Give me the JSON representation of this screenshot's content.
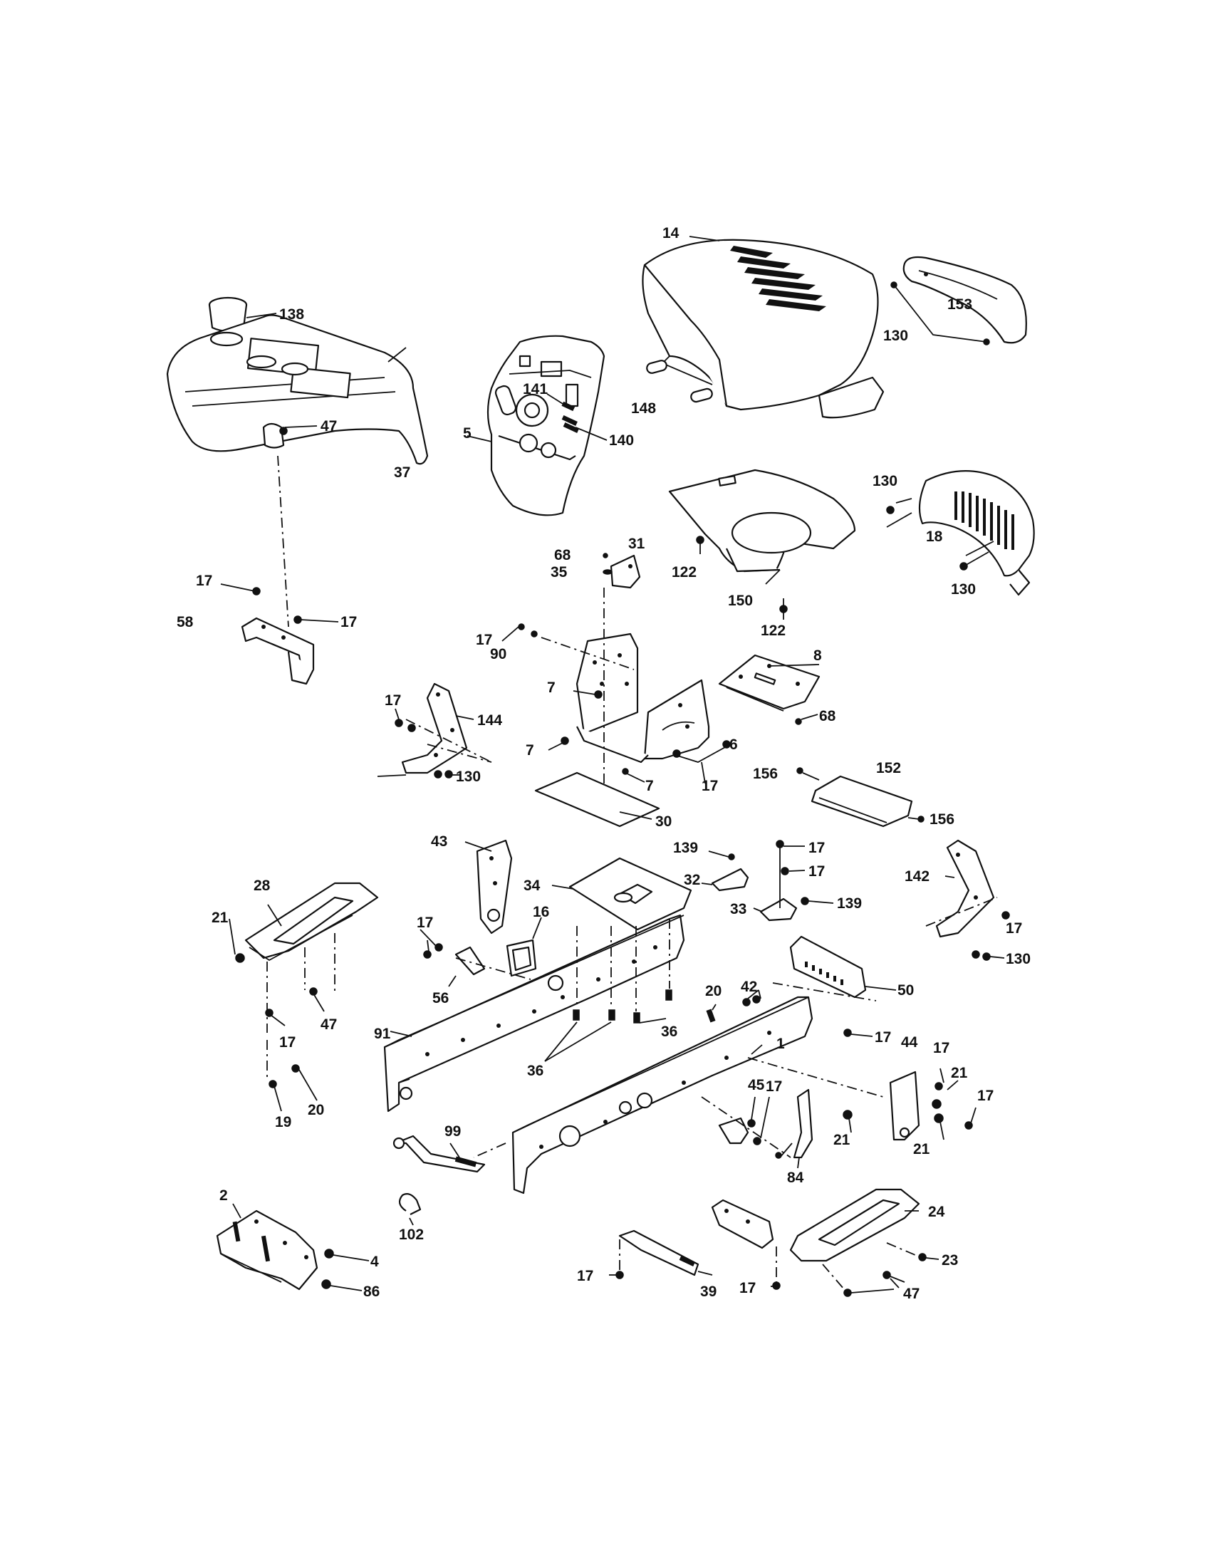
{
  "callouts": [
    {
      "id": "c14",
      "text": "14"
    },
    {
      "id": "c153",
      "text": "153"
    },
    {
      "id": "c130a",
      "text": "130"
    },
    {
      "id": "c148",
      "text": "148"
    },
    {
      "id": "c138",
      "text": "138"
    },
    {
      "id": "c47a",
      "text": "47"
    },
    {
      "id": "c141",
      "text": "141"
    },
    {
      "id": "c140",
      "text": "140"
    },
    {
      "id": "c5",
      "text": "5"
    },
    {
      "id": "c37",
      "text": "37"
    },
    {
      "id": "c130b",
      "text": "130"
    },
    {
      "id": "c18",
      "text": "18"
    },
    {
      "id": "c130c",
      "text": "130"
    },
    {
      "id": "c68a",
      "text": "68"
    },
    {
      "id": "c31",
      "text": "31"
    },
    {
      "id": "c35",
      "text": "35"
    },
    {
      "id": "c122a",
      "text": "122"
    },
    {
      "id": "c150",
      "text": "150"
    },
    {
      "id": "c122b",
      "text": "122"
    },
    {
      "id": "c17a",
      "text": "17"
    },
    {
      "id": "c17b",
      "text": "17"
    },
    {
      "id": "c58",
      "text": "58"
    },
    {
      "id": "c17c",
      "text": "17"
    },
    {
      "id": "c90",
      "text": "90"
    },
    {
      "id": "c8",
      "text": "8"
    },
    {
      "id": "c7a",
      "text": "7"
    },
    {
      "id": "c17d",
      "text": "17"
    },
    {
      "id": "c144",
      "text": "144"
    },
    {
      "id": "c68b",
      "text": "68"
    },
    {
      "id": "c6",
      "text": "6"
    },
    {
      "id": "c7b",
      "text": "7"
    },
    {
      "id": "c17e",
      "text": "17"
    },
    {
      "id": "c7c",
      "text": "7"
    },
    {
      "id": "c130d",
      "text": "130"
    },
    {
      "id": "c156a",
      "text": "156"
    },
    {
      "id": "c152",
      "text": "152"
    },
    {
      "id": "c156b",
      "text": "156"
    },
    {
      "id": "c30",
      "text": "30"
    },
    {
      "id": "c43",
      "text": "43"
    },
    {
      "id": "c139a",
      "text": "139"
    },
    {
      "id": "c17f",
      "text": "17"
    },
    {
      "id": "c28",
      "text": "28"
    },
    {
      "id": "c34",
      "text": "34"
    },
    {
      "id": "c32",
      "text": "32"
    },
    {
      "id": "c17g",
      "text": "17"
    },
    {
      "id": "c142",
      "text": "142"
    },
    {
      "id": "c21a",
      "text": "21"
    },
    {
      "id": "c33",
      "text": "33"
    },
    {
      "id": "c139b",
      "text": "139"
    },
    {
      "id": "c17h",
      "text": "17"
    },
    {
      "id": "c16",
      "text": "16"
    },
    {
      "id": "c17i",
      "text": "17"
    },
    {
      "id": "c130e",
      "text": "130"
    },
    {
      "id": "c42",
      "text": "42"
    },
    {
      "id": "c50",
      "text": "50"
    },
    {
      "id": "c47b",
      "text": "47"
    },
    {
      "id": "c56",
      "text": "56"
    },
    {
      "id": "c20a",
      "text": "20"
    },
    {
      "id": "c36a",
      "text": "36"
    },
    {
      "id": "c17j",
      "text": "17"
    },
    {
      "id": "c91",
      "text": "91"
    },
    {
      "id": "c44",
      "text": "44"
    },
    {
      "id": "c17k",
      "text": "17"
    },
    {
      "id": "c1",
      "text": "1"
    },
    {
      "id": "c17l",
      "text": "17"
    },
    {
      "id": "c21b",
      "text": "21"
    },
    {
      "id": "c36b",
      "text": "36"
    },
    {
      "id": "c45",
      "text": "45"
    },
    {
      "id": "c17m",
      "text": "17"
    },
    {
      "id": "c17n",
      "text": "17"
    },
    {
      "id": "c19",
      "text": "19"
    },
    {
      "id": "c20b",
      "text": "20"
    },
    {
      "id": "c21c",
      "text": "21"
    },
    {
      "id": "c21d",
      "text": "21"
    },
    {
      "id": "c99",
      "text": "99"
    },
    {
      "id": "c84",
      "text": "84"
    },
    {
      "id": "c2",
      "text": "2"
    },
    {
      "id": "c24",
      "text": "24"
    },
    {
      "id": "c4",
      "text": "4"
    },
    {
      "id": "c102",
      "text": "102"
    },
    {
      "id": "c23",
      "text": "23"
    },
    {
      "id": "c86",
      "text": "86"
    },
    {
      "id": "c17o",
      "text": "17"
    },
    {
      "id": "c39",
      "text": "39"
    },
    {
      "id": "c17p",
      "text": "17"
    },
    {
      "id": "c47c",
      "text": "47"
    }
  ]
}
